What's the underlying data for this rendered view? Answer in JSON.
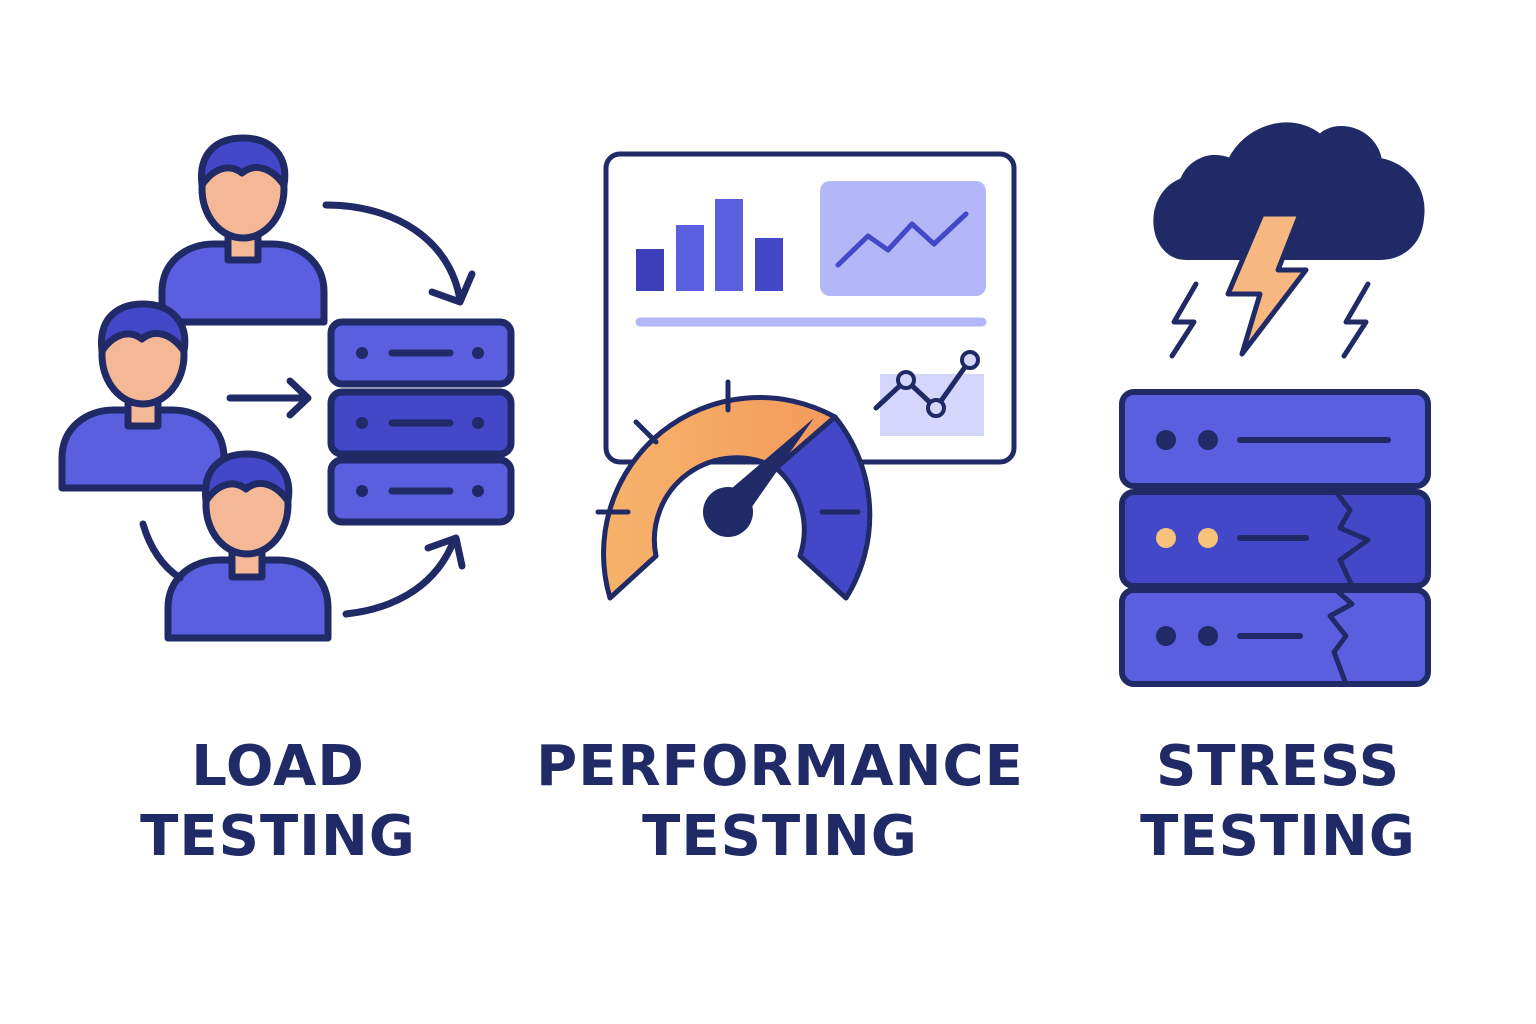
{
  "colors": {
    "outline": "#1f2a66",
    "primary": "#5a5fe0",
    "primary_dark": "#4248c8",
    "skin": "#f5b896",
    "orange_light": "#f7b36b",
    "orange": "#f39a5c",
    "lavender": "#b3b6f7",
    "lavender_light": "#d4d6fb",
    "bolt": "#f6b780",
    "indicator": "#f7c37a",
    "cloud": "#1f2a66",
    "background": "#ffffff"
  },
  "icons": [
    "users-to-server-icon",
    "performance-dashboard-gauge-icon",
    "storm-cracked-server-icon"
  ],
  "gauge": {
    "needle_level": 0.78
  },
  "panels": [
    {
      "line1": "LOAD",
      "line2": "TESTING"
    },
    {
      "line1": "PERFORMANCE",
      "line2": "TESTING"
    },
    {
      "line1": "STRESS",
      "line2": "TESTING"
    }
  ]
}
